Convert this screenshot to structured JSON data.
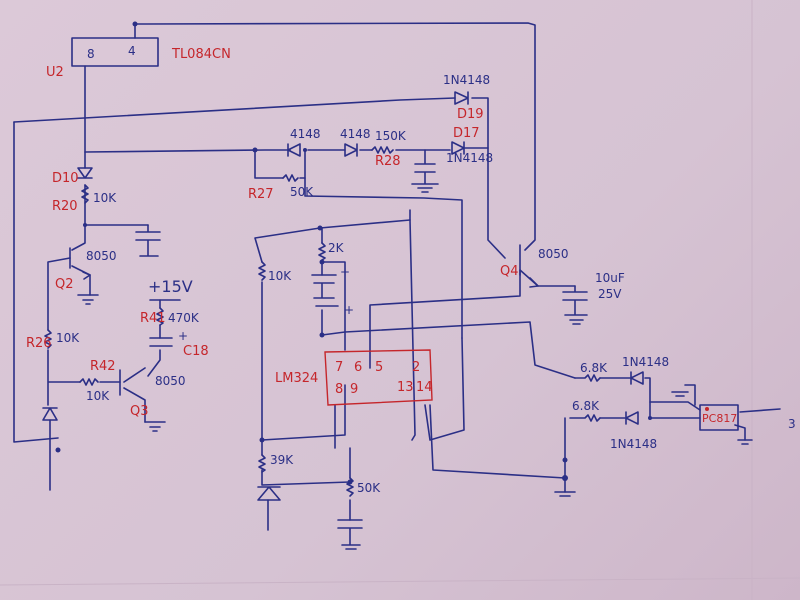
{
  "colors": {
    "ink": "#2b2f86",
    "red_ink": "#c5262b",
    "paper": "#d8c6d4"
  },
  "labels": {
    "u2": "U2",
    "tl084": "TL084CN",
    "pin8_top": "8",
    "pin4_top": "4",
    "d19_part": "1N4148",
    "d19": "D19",
    "d17": "D17",
    "d17_part": "1N4148",
    "d_a": "4148",
    "d_b": "4148",
    "r28_val": "150K",
    "r28": "R28",
    "r27": "R27",
    "r27_val": "50K",
    "d10": "D10",
    "r20": "R20",
    "r20_val": "10K",
    "q2": "Q2",
    "q2_part": "8050",
    "r26": "R26",
    "r26_val": "10K",
    "r42": "R42",
    "r42_val": "10K",
    "q3": "Q3",
    "q3_part": "8050",
    "v15": "+15V",
    "r41": "R41",
    "r41_val": "470K",
    "c18_plus": "+",
    "c18": "C18",
    "r_10k": "10K",
    "r_2k": "2K",
    "cap_plus1": "+",
    "cap_plus2": "+",
    "lm324": "LM324",
    "p7": "7",
    "p6": "6",
    "p5": "5",
    "p2": "2",
    "p8": "8",
    "p9": "9",
    "p13": "13",
    "p14": "14",
    "r_39k": "39K",
    "r_50k": "50K",
    "q4": "Q4",
    "q4_part": "8050",
    "c_val": "10uF",
    "c_volt": "25V",
    "r68a": "6.8K",
    "d_up": "1N4148",
    "r68b": "6.8K",
    "d_low": "1N4148",
    "pc817": "PC817",
    "out": "3"
  }
}
